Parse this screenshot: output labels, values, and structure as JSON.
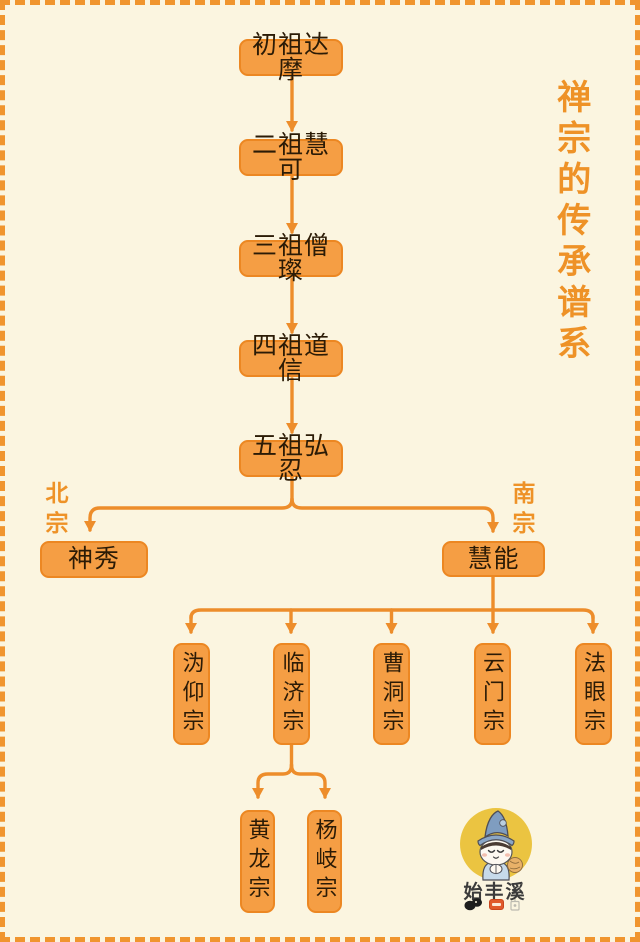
{
  "diagram": {
    "title": "禅宗的传承谱系",
    "lineage_chain": [
      "初祖达摩",
      "二祖慧可",
      "三祖僧璨",
      "四祖道信",
      "五祖弘忍"
    ],
    "north_branch": {
      "school": "北宗",
      "patriarch": "神秀"
    },
    "south_branch": {
      "school": "南宗",
      "patriarch": "慧能"
    },
    "five_houses": [
      "沩仰宗",
      "临济宗",
      "曹洞宗",
      "云门宗",
      "法眼宗"
    ],
    "linji_sub_schools": [
      "黄龙宗",
      "杨岐宗"
    ]
  },
  "watermark": {
    "name": "始丰溪",
    "mascot_icon": "monk-mascot-icon",
    "badge_icons": [
      "black-seal-icon",
      "red-badge-icon",
      "gray-mark-icon"
    ]
  },
  "colors": {
    "background": "#FBF5E0",
    "border_dash": "#F0952F",
    "box_fill": "#F59E44",
    "box_border": "#EC8722",
    "box_text": "#2B1B06",
    "line": "#ED8D2B",
    "title_orange": "#EE9227",
    "mascot_circle": "#EBC441",
    "mascot_hat": "#7F9DC0"
  }
}
